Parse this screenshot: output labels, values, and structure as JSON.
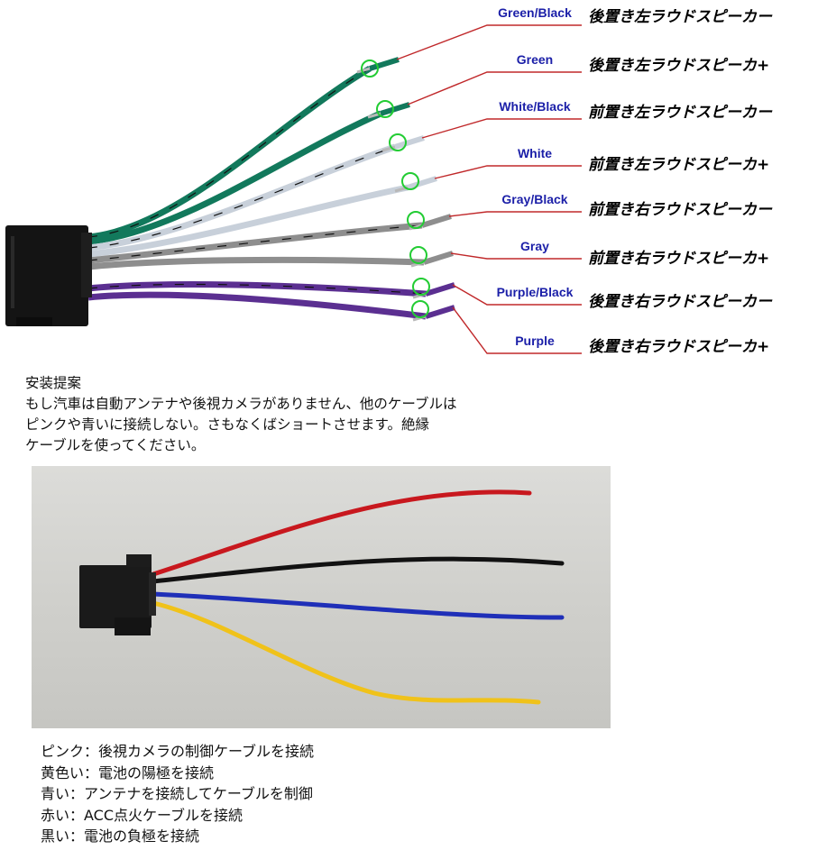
{
  "wires": [
    {
      "label": "Green/Black",
      "desc": "後置き左ラウドスピーカー",
      "color": "#12795c",
      "stripe": "#111111"
    },
    {
      "label": "Green",
      "desc": "後置き左ラウドスピーカ+",
      "color": "#12795c",
      "stripe": ""
    },
    {
      "label": "White/Black",
      "desc": "前置き左ラウドスピーカー",
      "color": "#c8d0da",
      "stripe": "#111111"
    },
    {
      "label": "White",
      "desc": "前置き左ラウドスピーカ+",
      "color": "#c8d0da",
      "stripe": ""
    },
    {
      "label": "Gray/Black",
      "desc": "前置き右ラウドスピーカー",
      "color": "#8e8e8e",
      "stripe": "#111111"
    },
    {
      "label": "Gray",
      "desc": "前置き右ラウドスピーカ+",
      "color": "#8e8e8e",
      "stripe": ""
    },
    {
      "label": "Purple/Black",
      "desc": "後置き右ラウドスピーカー",
      "color": "#5b2f91",
      "stripe": "#111111"
    },
    {
      "label": "Purple",
      "desc": "後置き右ラウドスピーカ+",
      "color": "#5b2f91",
      "stripe": ""
    }
  ],
  "advice": {
    "title": "安装提案",
    "lines": [
      "もし汽車は自動アンテナや後視カメラがありません、他のケーブルは",
      "ピンクや青いに接続しない。さもなくばショートさせます。絶縁",
      "ケーブルを使ってください。"
    ]
  },
  "photo_wires": [
    {
      "color": "#c8181e"
    },
    {
      "color": "#121212"
    },
    {
      "color": "#1f2fb8"
    },
    {
      "color": "#f0c21a"
    }
  ],
  "legend": [
    "ピンク：後視カメラの制御ケーブルを接続",
    "黄色い：電池の陽極を接続",
    "青い：アンテナを接続してケーブルを制御",
    "赤い：ACC点火ケーブルを接続",
    "黒い：電池の負極を接続"
  ],
  "colors": {
    "label_blue": "#1b1fa8",
    "leader_red": "#c0282a",
    "marker_green": "#22cc33",
    "connector": "#111111"
  }
}
